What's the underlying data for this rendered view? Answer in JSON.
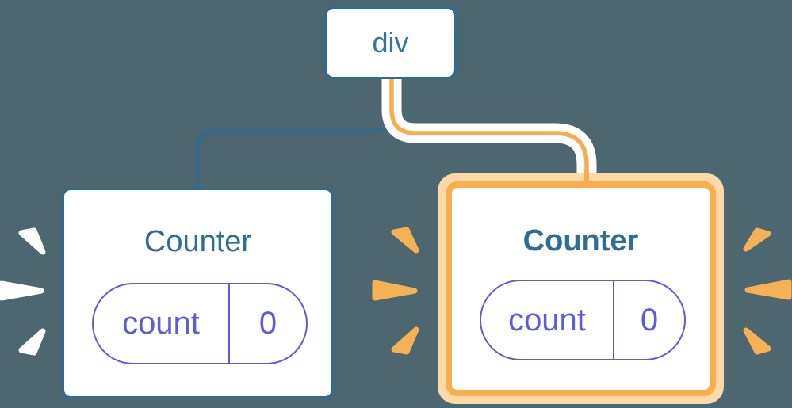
{
  "diagram": {
    "description": "React component tree: a div root with two Counter children holding isolated count state; the right Counter is highlighted as newly rendered",
    "root": {
      "label": "div"
    },
    "children": [
      {
        "label": "Counter",
        "state": {
          "key": "count",
          "value": "0"
        },
        "highlighted": false
      },
      {
        "label": "Counter",
        "state": {
          "key": "count",
          "value": "0"
        },
        "highlighted": true
      }
    ]
  },
  "colors": {
    "background": "#4c6770",
    "node_border_blue": "#2d6c95",
    "node_text_blue": "#2e6d94",
    "state_purple": "#5e5cd6",
    "highlight_orange": "#f8ae4c",
    "highlight_ring_light": "#fcd9a6",
    "burst_white": "#ffffff",
    "burst_orange": "#f6b155"
  },
  "icons": {
    "left_burst": "burst-rays-icon (white, emphasis around left Counter)",
    "right_burst": "burst-rays-icon (orange, emphasis around highlighted Counter)"
  }
}
